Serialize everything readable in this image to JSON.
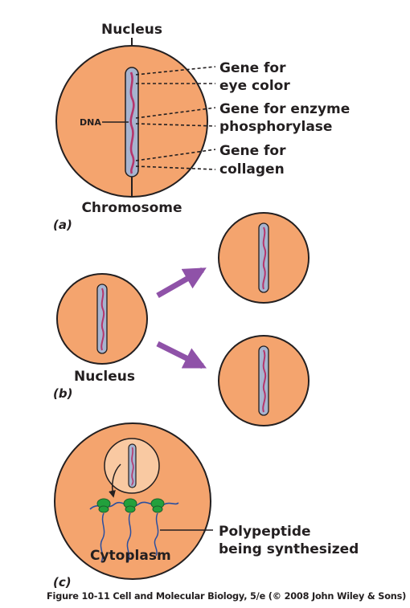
{
  "colors": {
    "cell_fill": "#f4a46e",
    "outline": "#231f20",
    "chromosome_fill": "#a7b4cf",
    "dna": "#b5366d",
    "arrow": "#8f52a8",
    "ribosome": "#22a03c",
    "nucleus_inner": "#f9c9a2"
  },
  "panel_a": {
    "title": "Nucleus",
    "dna_label": "DNA",
    "chromosome_label": "Chromosome",
    "part_label": "(a)",
    "genes": [
      {
        "line1": "Gene for",
        "line2": "eye color"
      },
      {
        "line1": "Gene for enzyme",
        "line2": "phosphorylase"
      },
      {
        "line1": "Gene for",
        "line2": "collagen"
      }
    ]
  },
  "panel_b": {
    "nucleus_label": "Nucleus",
    "part_label": "(b)"
  },
  "panel_c": {
    "cytoplasm_label": "Cytoplasm",
    "polypeptide_line1": "Polypeptide",
    "polypeptide_line2": "being synthesized",
    "part_label": "(c)"
  },
  "caption": "Figure 10-11  Cell and Molecular Biology, 5/e (© 2008 John Wiley & Sons)"
}
